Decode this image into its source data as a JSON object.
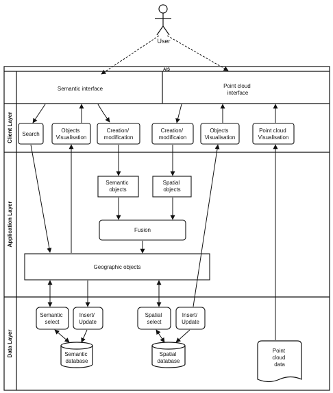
{
  "actor": {
    "label": "User"
  },
  "system": {
    "title": "AIS"
  },
  "layers": {
    "client": "Client Layer",
    "application": "Application Layer",
    "data": "Data Layer"
  },
  "client": {
    "semantic_interface": "Semantic interface",
    "point_cloud_interface": [
      "Point cloud",
      "interface"
    ],
    "search": "Search",
    "objects_vis_1": [
      "Objects",
      "Visualisation"
    ],
    "creation_1": [
      "Creation/",
      "modification"
    ],
    "creation_2": [
      "Creation/",
      "modificaion"
    ],
    "objects_vis_2": [
      "Objects",
      "Visualisation"
    ],
    "point_cloud_vis": [
      "Point cloud",
      "Visualisation"
    ]
  },
  "application": {
    "semantic_objects": [
      "Semantic",
      "objects"
    ],
    "spatial_objects": [
      "Spatial",
      "objects"
    ],
    "fusion": "Fusion",
    "geographic_objects": "Geographic objects"
  },
  "data": {
    "semantic_select": [
      "Semantic",
      "select"
    ],
    "insert_update_1": [
      "Insert/",
      "Update"
    ],
    "spatial_select": [
      "Spatial",
      "select"
    ],
    "insert_update_2": [
      "Insert/",
      "Update"
    ],
    "semantic_database": [
      "Semantic",
      "database"
    ],
    "spatial_database": [
      "Spatial",
      "database"
    ],
    "point_cloud_data": [
      "Point",
      "cloud",
      "data"
    ]
  }
}
